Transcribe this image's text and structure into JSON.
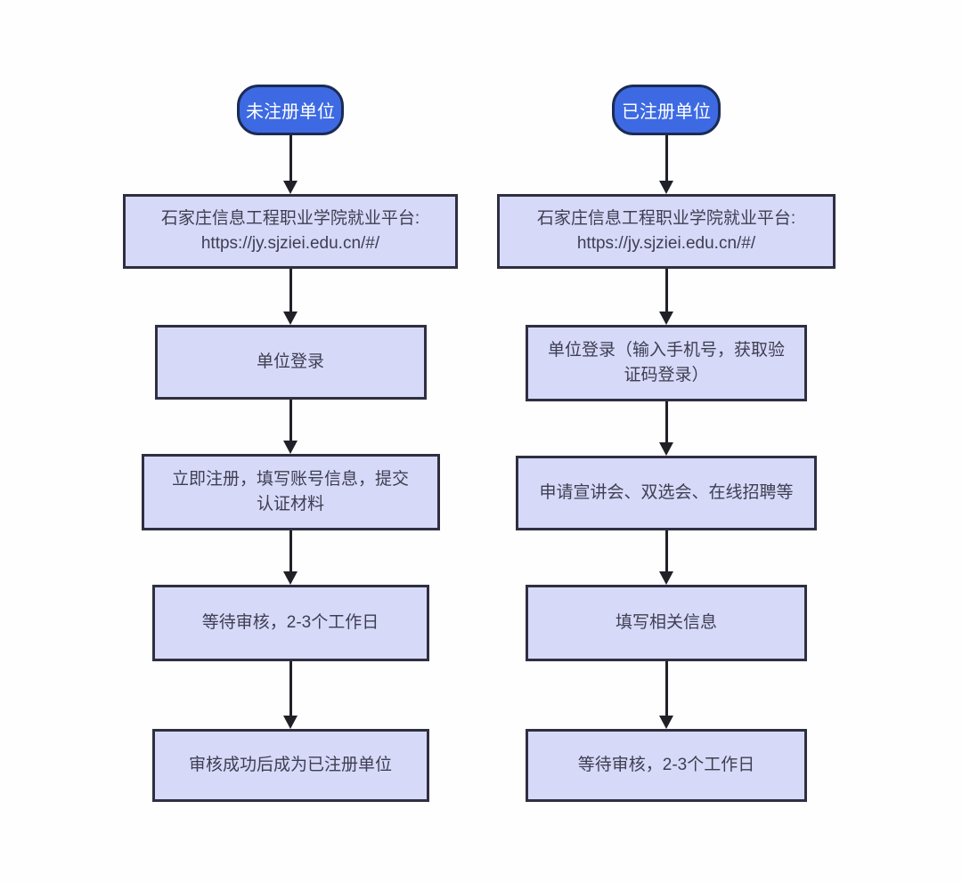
{
  "diagram": {
    "columns": [
      {
        "start_label": "未注册单位",
        "steps": [
          "石家庄信息工程职业学院就业平台:\nhttps://jy.sjziei.edu.cn/#/",
          "单位登录",
          "立即注册，填写账号信息，提交\n认证材料",
          "等待审核，2-3个工作日",
          "审核成功后成为已注册单位"
        ]
      },
      {
        "start_label": "已注册单位",
        "steps": [
          "石家庄信息工程职业学院就业平台:\nhttps://jy.sjziei.edu.cn/#/",
          "单位登录（输入手机号，获取验\n证码登录）",
          "申请宣讲会、双选会、在线招聘等",
          "填写相关信息",
          "等待审核，2-3个工作日"
        ]
      }
    ],
    "colors": {
      "start_node_fill": "#3d6ae3",
      "start_node_border": "#1b2b55",
      "start_node_text": "#ffffff",
      "step_node_fill": "#d7d9f8",
      "step_node_border": "#2f2f42",
      "step_node_text": "#3e3e52",
      "arrow": "#202028",
      "background": "#fefefe"
    }
  }
}
